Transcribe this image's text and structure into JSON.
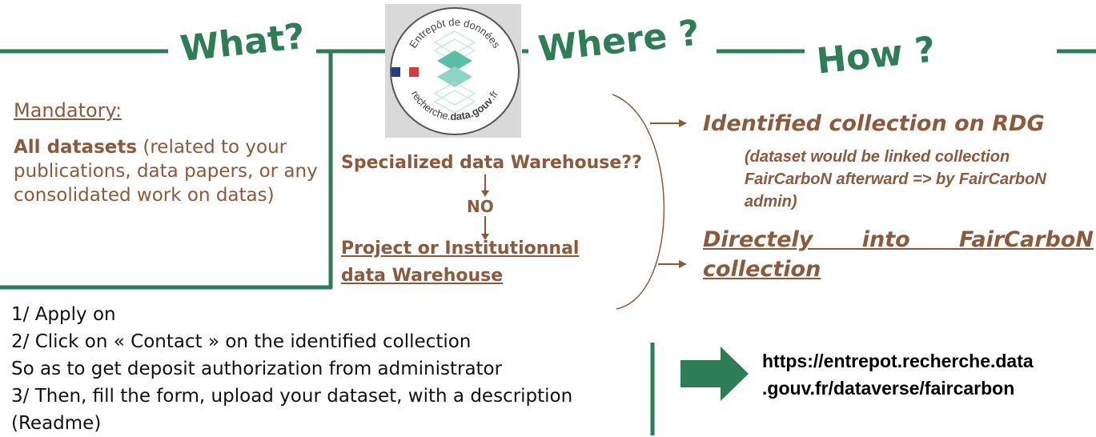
{
  "headings": {
    "what": "What?",
    "where": "Where ?",
    "how": "How ?"
  },
  "logo": {
    "arc_top": "Entrepôt de données",
    "arc_bottom_prefix": "recherche.",
    "arc_bottom_bold": "data.gouv",
    "arc_bottom_suffix": ".fr"
  },
  "what_section": {
    "mandatory_label": "Mandatory:",
    "datasets_bold": "All datasets",
    "datasets_rest": " (related to your publications, data papers, or any consolidated work on datas)"
  },
  "where_section": {
    "question": "Specialized data Warehouse??",
    "answer": "NO",
    "result": "Project or Institutionnal data Warehouse"
  },
  "how_section": {
    "option1_title": "Identified collection on RDG",
    "option1_note": "(dataset would be linked collection FairCarboN afterward => by FairCarboN admin)",
    "option2_title": "Directely into FairCarboN collection"
  },
  "steps": [
    "1/ Apply on",
    "2/ Click on « Contact » on the identified collection",
    "So as to get deposit authorization from administrator",
    "3/ Then, fill the form, upload your dataset, with a description",
    "(Readme)"
  ],
  "url": {
    "line1": "https://entrepot.recherche.data",
    "line2": ".gouv.fr/dataverse/faircarbon"
  },
  "colors": {
    "green": "#2e7d57",
    "brown": "#8b5a3c",
    "teal": "#5bbfa8"
  }
}
